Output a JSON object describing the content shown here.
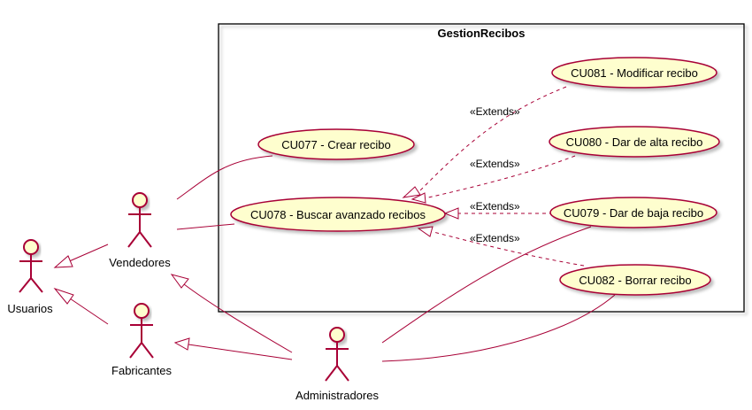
{
  "colors": {
    "actor_stroke": "#A80036",
    "actor_fill": "#FEFECE",
    "usecase_fill": "#FEFECE",
    "usecase_stroke": "#A80036",
    "line": "#A80036",
    "boundary_stroke": "#000000"
  },
  "system": {
    "title": "GestionRecibos"
  },
  "actors": {
    "usuarios": "Usuarios",
    "vendedores": "Vendedores",
    "fabricantes": "Fabricantes",
    "administradores": "Administradores"
  },
  "use_cases": {
    "cu081": "CU081 - Modificar recibo",
    "cu080": "CU080 - Dar de alta recibo",
    "cu077": "CU077 - Crear recibo",
    "cu078": "CU078 - Buscar avanzado recibos",
    "cu079": "CU079 - Dar de baja recibo",
    "cu082": "CU082 - Borrar recibo"
  },
  "relations": {
    "extends_1": "«Extends»",
    "extends_2": "«Extends»",
    "extends_3": "«Extends»",
    "extends_4": "«Extends»"
  }
}
